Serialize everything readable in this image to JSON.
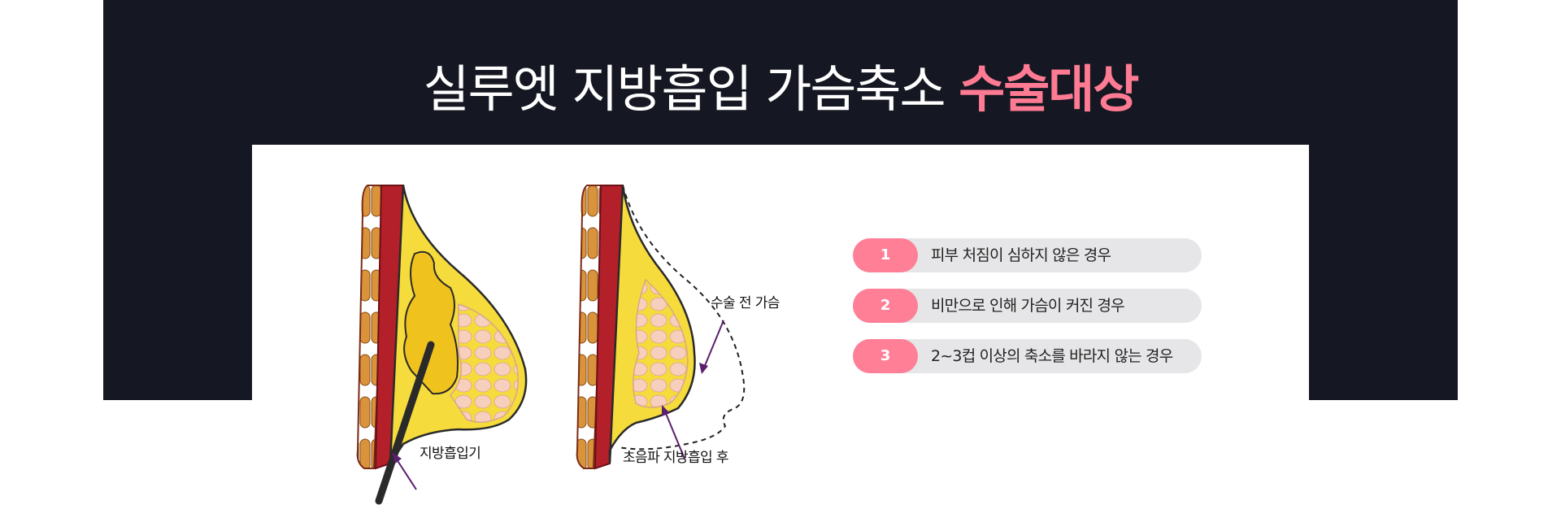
{
  "title": {
    "main": "실루엣 지방흡입 가슴축소 ",
    "accent": "수술대상"
  },
  "diagram": {
    "label_cannula": "지방흡입기",
    "label_before": "수술 전 가슴",
    "label_after": "초음파 지방흡입 후"
  },
  "list": [
    {
      "num": "1",
      "text": "피부 처짐이 심하지 않은 경우"
    },
    {
      "num": "2",
      "text": "비만으로 인해 가슴이 커진 경우"
    },
    {
      "num": "3",
      "text": "2~3컵 이상의 축소를 바라지 않는 경우"
    }
  ],
  "colors": {
    "background": "#151822",
    "accent": "#ff7a93",
    "badge": "#ff7f96",
    "pill": "#e6e6e8",
    "muscle": "#b3202a",
    "fat": "#f5dc3c",
    "lobules": "#f7cfbd"
  }
}
